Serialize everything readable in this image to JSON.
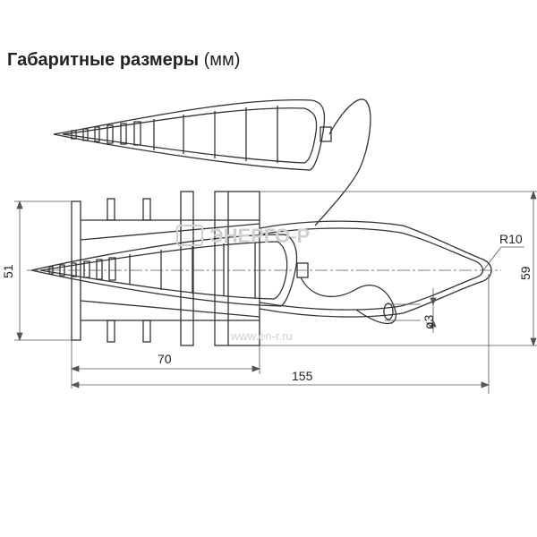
{
  "title": {
    "bold": "Габаритные размеры",
    "unit": "(мм)"
  },
  "dimensions": {
    "height_left": "51",
    "height_right": "59",
    "radius": "R10",
    "hole_diameter": "ø3",
    "length_body": "70",
    "length_total": "155"
  },
  "watermark": {
    "brand": "ЭНЕРГО-Р",
    "site": "www.en-r.ru"
  },
  "colors": {
    "line": "#333333",
    "dim_line": "#555555",
    "watermark": "#cfcfcf"
  }
}
